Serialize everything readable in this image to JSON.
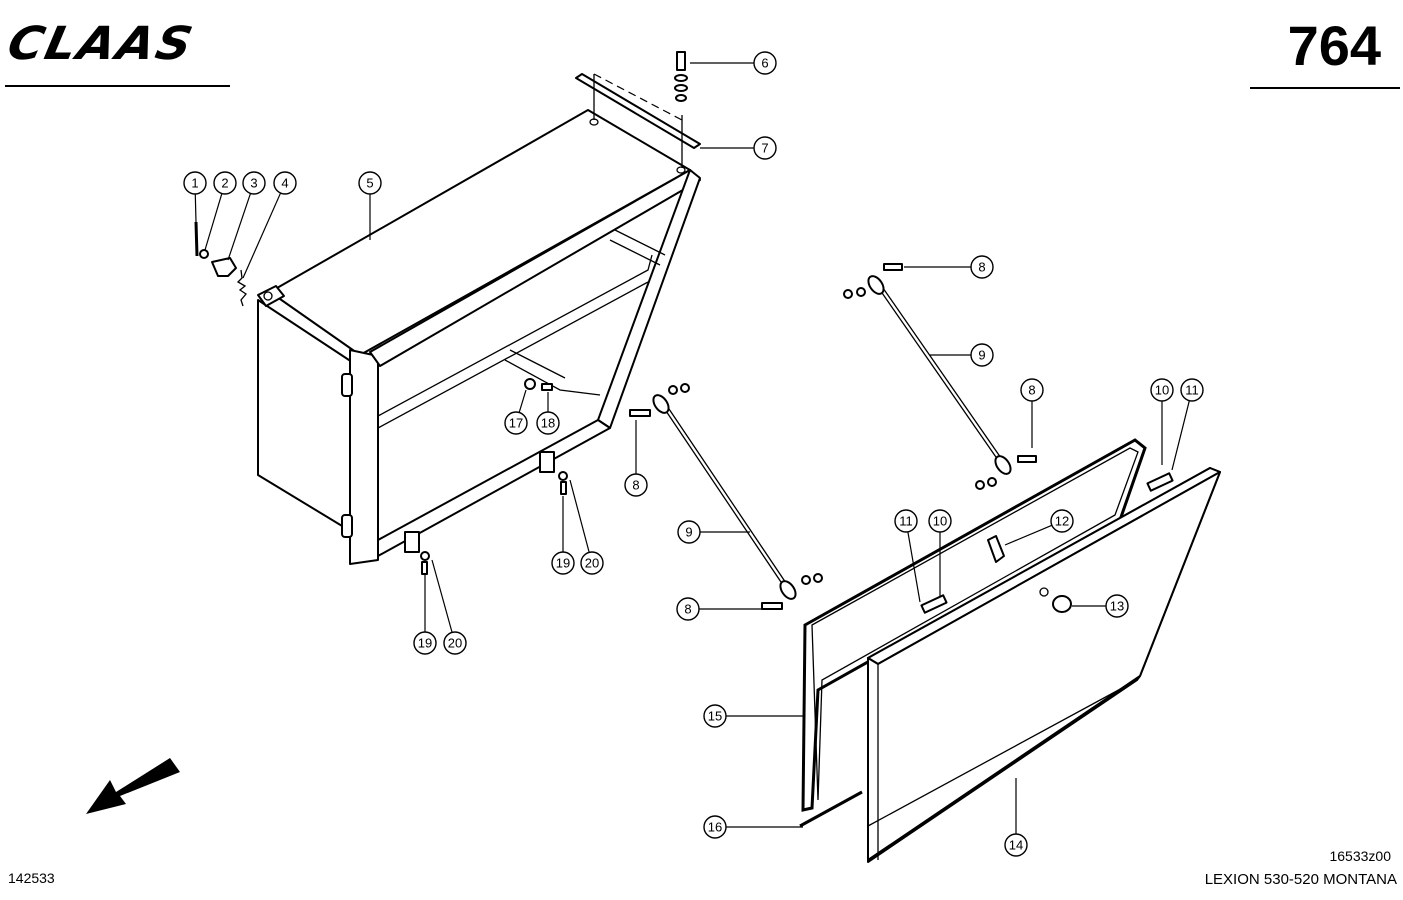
{
  "header": {
    "brand": "CLAAS",
    "page_number": "764"
  },
  "footer": {
    "sheet_id": "142533",
    "drawing_code": "16533z00",
    "model": "LEXION 530-520 MONTANA"
  },
  "callouts": [
    {
      "id": "c1",
      "label": "1"
    },
    {
      "id": "c2",
      "label": "2"
    },
    {
      "id": "c3",
      "label": "3"
    },
    {
      "id": "c4",
      "label": "4"
    },
    {
      "id": "c5",
      "label": "5"
    },
    {
      "id": "c6",
      "label": "6"
    },
    {
      "id": "c7",
      "label": "7"
    },
    {
      "id": "c8a",
      "label": "8"
    },
    {
      "id": "c9a",
      "label": "9"
    },
    {
      "id": "c8b",
      "label": "8"
    },
    {
      "id": "c10a",
      "label": "10"
    },
    {
      "id": "c11a",
      "label": "11"
    },
    {
      "id": "c17",
      "label": "17"
    },
    {
      "id": "c18",
      "label": "18"
    },
    {
      "id": "c8c",
      "label": "8"
    },
    {
      "id": "c9b",
      "label": "9"
    },
    {
      "id": "c19a",
      "label": "19"
    },
    {
      "id": "c20a",
      "label": "20"
    },
    {
      "id": "c11b",
      "label": "11"
    },
    {
      "id": "c10b",
      "label": "10"
    },
    {
      "id": "c12",
      "label": "12"
    },
    {
      "id": "c8d",
      "label": "8"
    },
    {
      "id": "c13",
      "label": "13"
    },
    {
      "id": "c19b",
      "label": "19"
    },
    {
      "id": "c20b",
      "label": "20"
    },
    {
      "id": "c15",
      "label": "15"
    },
    {
      "id": "c16",
      "label": "16"
    },
    {
      "id": "c14",
      "label": "14"
    }
  ],
  "direction_icon": "arrow-down-left-icon"
}
